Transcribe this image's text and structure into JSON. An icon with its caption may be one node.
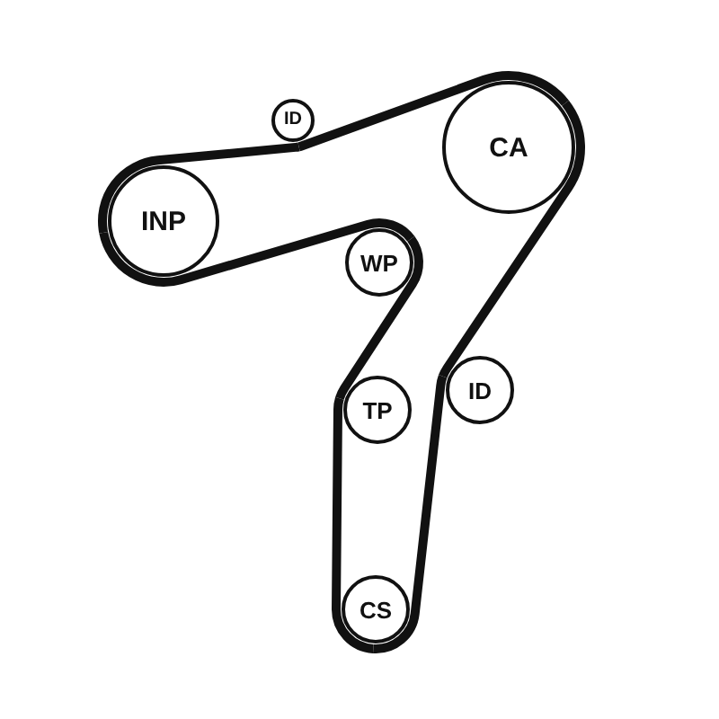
{
  "diagram": {
    "nodes": [
      {
        "text": [
          "ID"
        ]
      },
      {
        "text": [
          "CA"
        ]
      },
      {
        "text": [
          "INP"
        ]
      },
      {
        "text": [
          "WP"
        ]
      },
      {
        "text": [
          "TP"
        ]
      },
      {
        "text": [
          "ID"
        ]
      },
      {
        "text": [
          "CS"
        ]
      }
    ],
    "edges": [
      {
        "from": 6,
        "to": 4,
        "arrow": "none"
      },
      {
        "from": 4,
        "to": 3,
        "arrow": "none"
      },
      {
        "from": 3,
        "to": 2,
        "arrow": "none"
      },
      {
        "from": 2,
        "to": 0,
        "arrow": "none"
      },
      {
        "from": 0,
        "to": 1,
        "arrow": "none"
      },
      {
        "from": 1,
        "to": 5,
        "arrow": "none"
      },
      {
        "from": 5,
        "to": 6,
        "arrow": "none"
      }
    ]
  }
}
